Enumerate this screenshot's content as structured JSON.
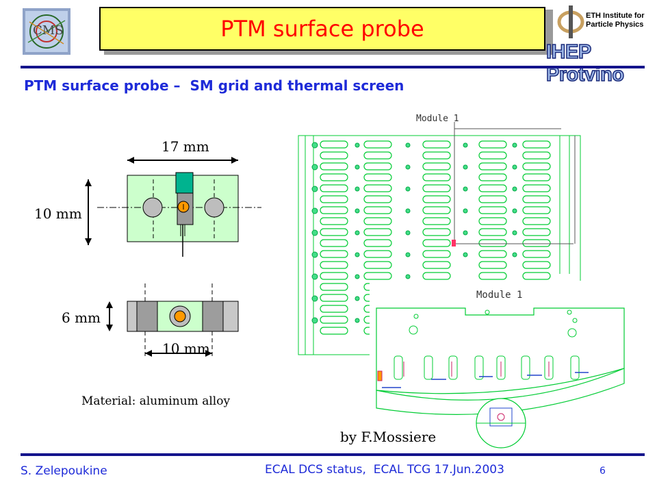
{
  "header": {
    "title": "PTM surface probe",
    "subtitle": "PTM surface probe –  SM grid and thermal screen",
    "logos": {
      "cms": "CMS",
      "eth_line1": "ETH Institute for",
      "eth_line2": "Particle Physics",
      "ihep": "IHEP Protvino"
    }
  },
  "probe_drawing": {
    "top_width": "17 mm",
    "top_height": "10 mm",
    "side_height": "6 mm",
    "side_width": "10 mm",
    "material": "Material: aluminum alloy"
  },
  "grid_drawing": {
    "module_label_top": "Module 1",
    "module_label_bottom": "Module 1",
    "credit": "by F.Mossiere"
  },
  "footer": {
    "author": "S. Zelepoukine",
    "event": "ECAL DCS status,  ECAL TCG 17.Jun.2003",
    "page": "6"
  },
  "colors": {
    "title_bg": "#ffff66",
    "title_text": "#ff0000",
    "rules": "#14148c",
    "accent_text": "#1e2bd8",
    "probe_fill": "#ccffcc",
    "drawing_line": "#00cc33"
  }
}
